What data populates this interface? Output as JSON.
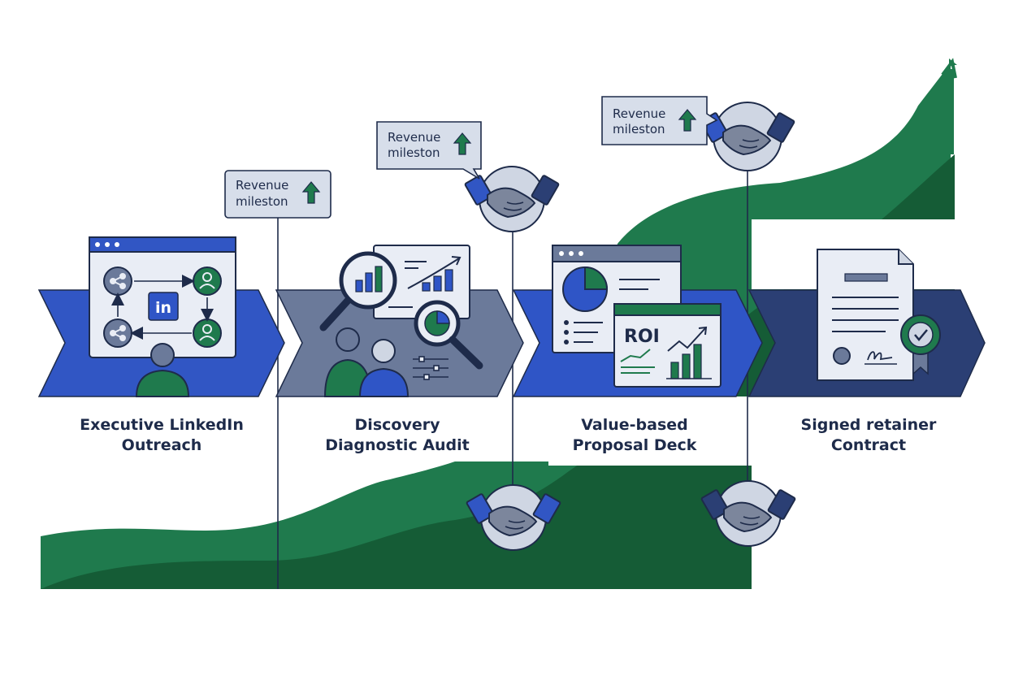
{
  "stages": [
    {
      "id": "linkedin",
      "lines": [
        "Executive LinkedIn",
        "Outreach"
      ],
      "color": "#3156c4",
      "badge": "in"
    },
    {
      "id": "discovery",
      "lines": [
        "Discovery",
        "Diagnostic Audit"
      ],
      "color": "#6b7a9a"
    },
    {
      "id": "proposal",
      "lines": [
        "Value-based",
        "Proposal Deck"
      ],
      "color": "#2f55c6",
      "badge": "ROI"
    },
    {
      "id": "contract",
      "lines": [
        "Signed retainer",
        "Contract"
      ],
      "color": "#2b3f74"
    }
  ],
  "callouts": [
    {
      "line1": "Revenue",
      "line2": "mileston"
    },
    {
      "line1": "Revenue",
      "line2": "mileston"
    },
    {
      "line1": "Revenue",
      "line2": "mileston"
    }
  ],
  "icons": {
    "handshake": "handshake-icon",
    "up_arrow": "up-arrow-icon",
    "magnifier": "magnifier-icon",
    "certificate": "certificate-icon"
  },
  "colors": {
    "green_light": "#1f7a4d",
    "green_dark": "#155c36",
    "navy": "#1e2b4a",
    "blue": "#3156c4",
    "slate": "#6b7a9a",
    "panel": "#e9edf5"
  }
}
